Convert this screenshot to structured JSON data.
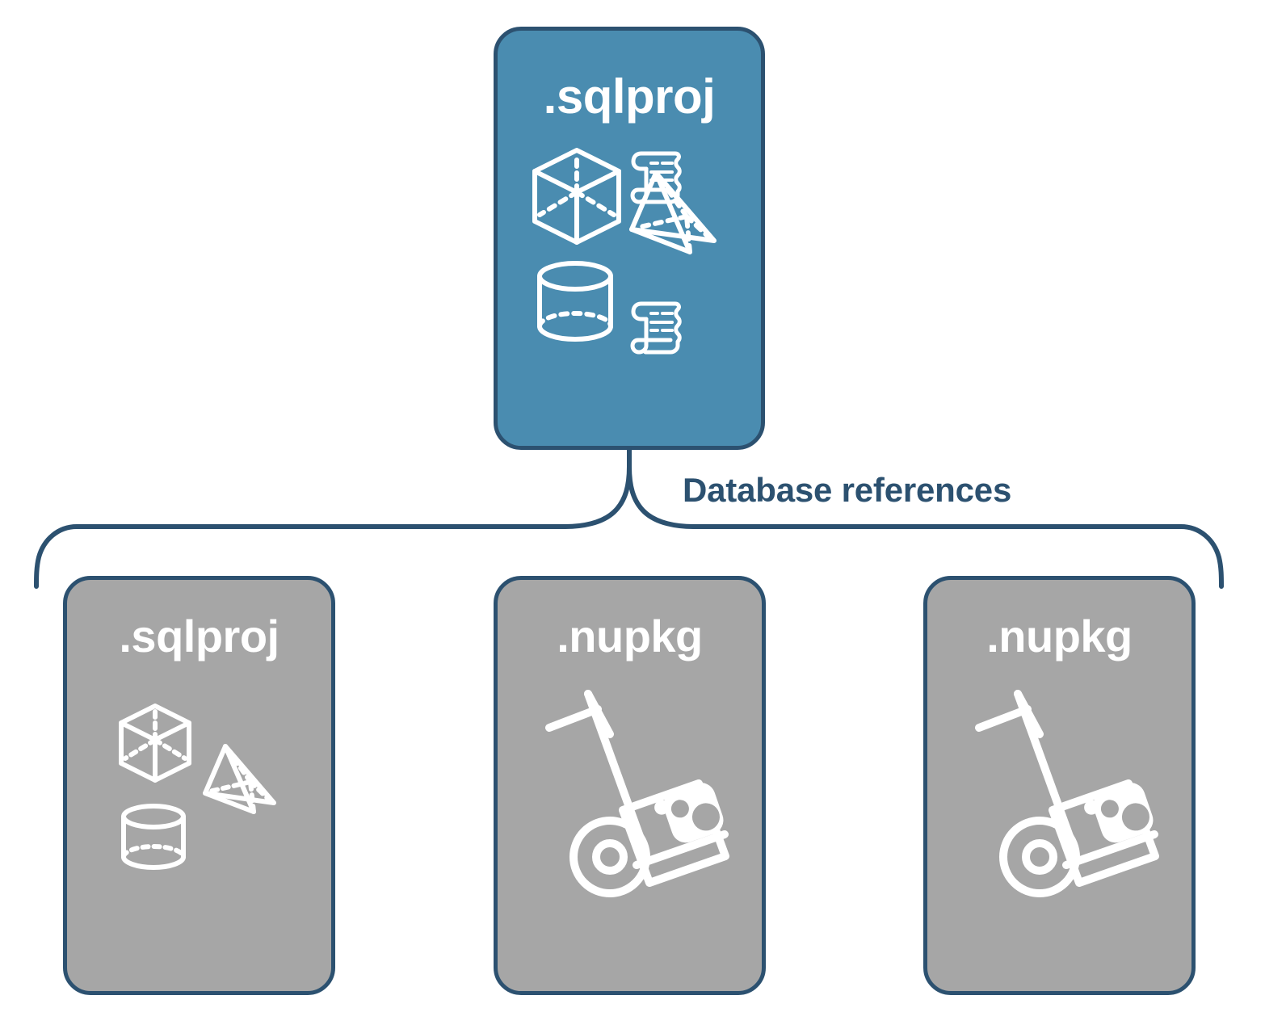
{
  "diagram": {
    "title": "Database references",
    "colors": {
      "project_fill": "#4a8cb0",
      "reference_fill": "#a6a6a6",
      "outline": "#2c5170",
      "icon": "#ffffff",
      "background": "#ffffff"
    },
    "connector": {
      "label": "Database references",
      "style": "curly-brace",
      "from": "root-project",
      "to": [
        "reference-sqlproj",
        "reference-nupkg-1",
        "reference-nupkg-2"
      ]
    },
    "root": {
      "id": "root-project",
      "label": ".sqlproj",
      "kind": "project",
      "fill": "#4a8cb0",
      "icons": [
        "cube-icon",
        "scroll-icon",
        "pyramid-icon",
        "cylinder-icon",
        "scroll-icon"
      ]
    },
    "references": [
      {
        "id": "reference-sqlproj",
        "label": ".sqlproj",
        "kind": "project-reference",
        "fill": "#a6a6a6",
        "icons": [
          "cube-icon",
          "pyramid-icon",
          "cylinder-icon"
        ]
      },
      {
        "id": "reference-nupkg-1",
        "label": ".nupkg",
        "kind": "package-reference",
        "fill": "#a6a6a6",
        "icons": [
          "nuget-hand-truck-icon"
        ]
      },
      {
        "id": "reference-nupkg-2",
        "label": ".nupkg",
        "kind": "package-reference",
        "fill": "#a6a6a6",
        "icons": [
          "nuget-hand-truck-icon"
        ]
      }
    ]
  }
}
